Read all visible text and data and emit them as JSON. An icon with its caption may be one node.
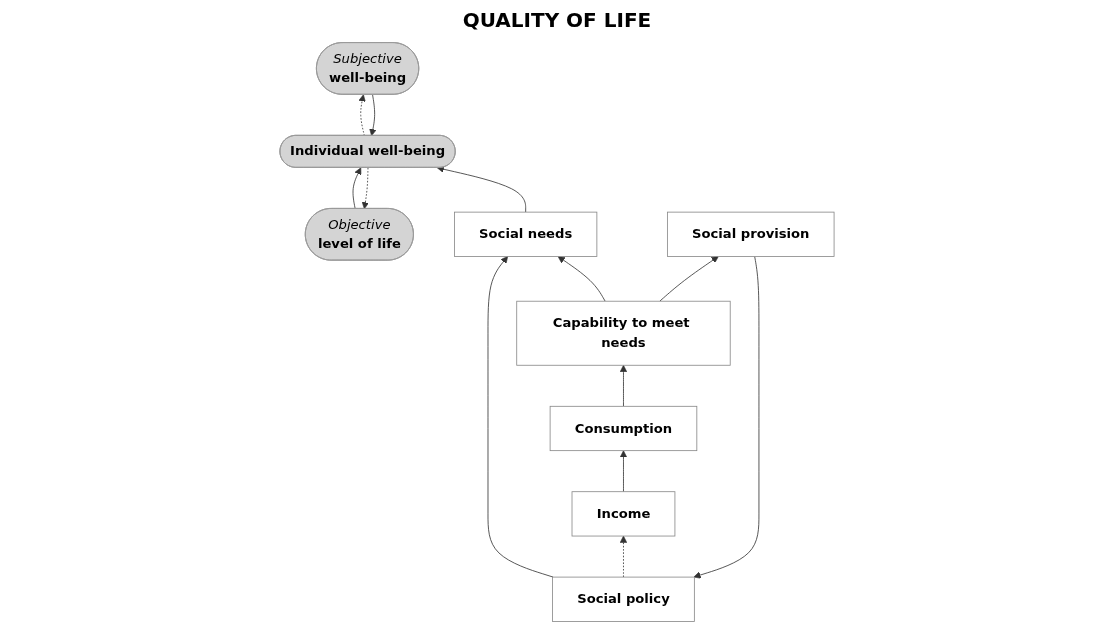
{
  "diagram": {
    "nodes": [
      {
        "text": [
          "Objective",
          "level of life"
        ]
      },
      {
        "text": [
          "Subjective",
          "well-being"
        ]
      },
      {
        "text": [
          "Individual well-being"
        ]
      },
      {
        "text": [
          "Social policy"
        ]
      },
      {
        "text": [
          "Social needs"
        ]
      },
      {
        "text": [
          "Social provision"
        ]
      },
      {
        "text": [
          "Capability to meet needs"
        ]
      },
      {
        "text": [
          "Income"
        ]
      },
      {
        "text": [
          "Consumption"
        ]
      }
    ],
    "edges": [
      {
        "from": 0,
        "to": 2,
        "arrow": "to"
      },
      {
        "from": 1,
        "to": 2,
        "arrow": "to"
      },
      {
        "from": 2,
        "to": 0,
        "arrow": "to",
        "style": "dashed"
      },
      {
        "from": 2,
        "to": 1,
        "arrow": "to",
        "style": "dashed"
      },
      {
        "from": 4,
        "to": 2,
        "arrow": "to"
      },
      {
        "from": 3,
        "to": 4,
        "arrow": "to"
      },
      {
        "from": 5,
        "to": 3,
        "arrow": "to"
      },
      {
        "from": 3,
        "to": 7,
        "arrow": "to",
        "style": "dashed"
      },
      {
        "from": 6,
        "to": 4,
        "arrow": "to"
      },
      {
        "from": 6,
        "to": 5,
        "arrow": "to"
      },
      {
        "from": 7,
        "to": 8,
        "arrow": "to"
      },
      {
        "from": 8,
        "to": 6,
        "arrow": "to"
      }
    ],
    "labels": [
      "QUALITY OF LIFE"
    ]
  }
}
